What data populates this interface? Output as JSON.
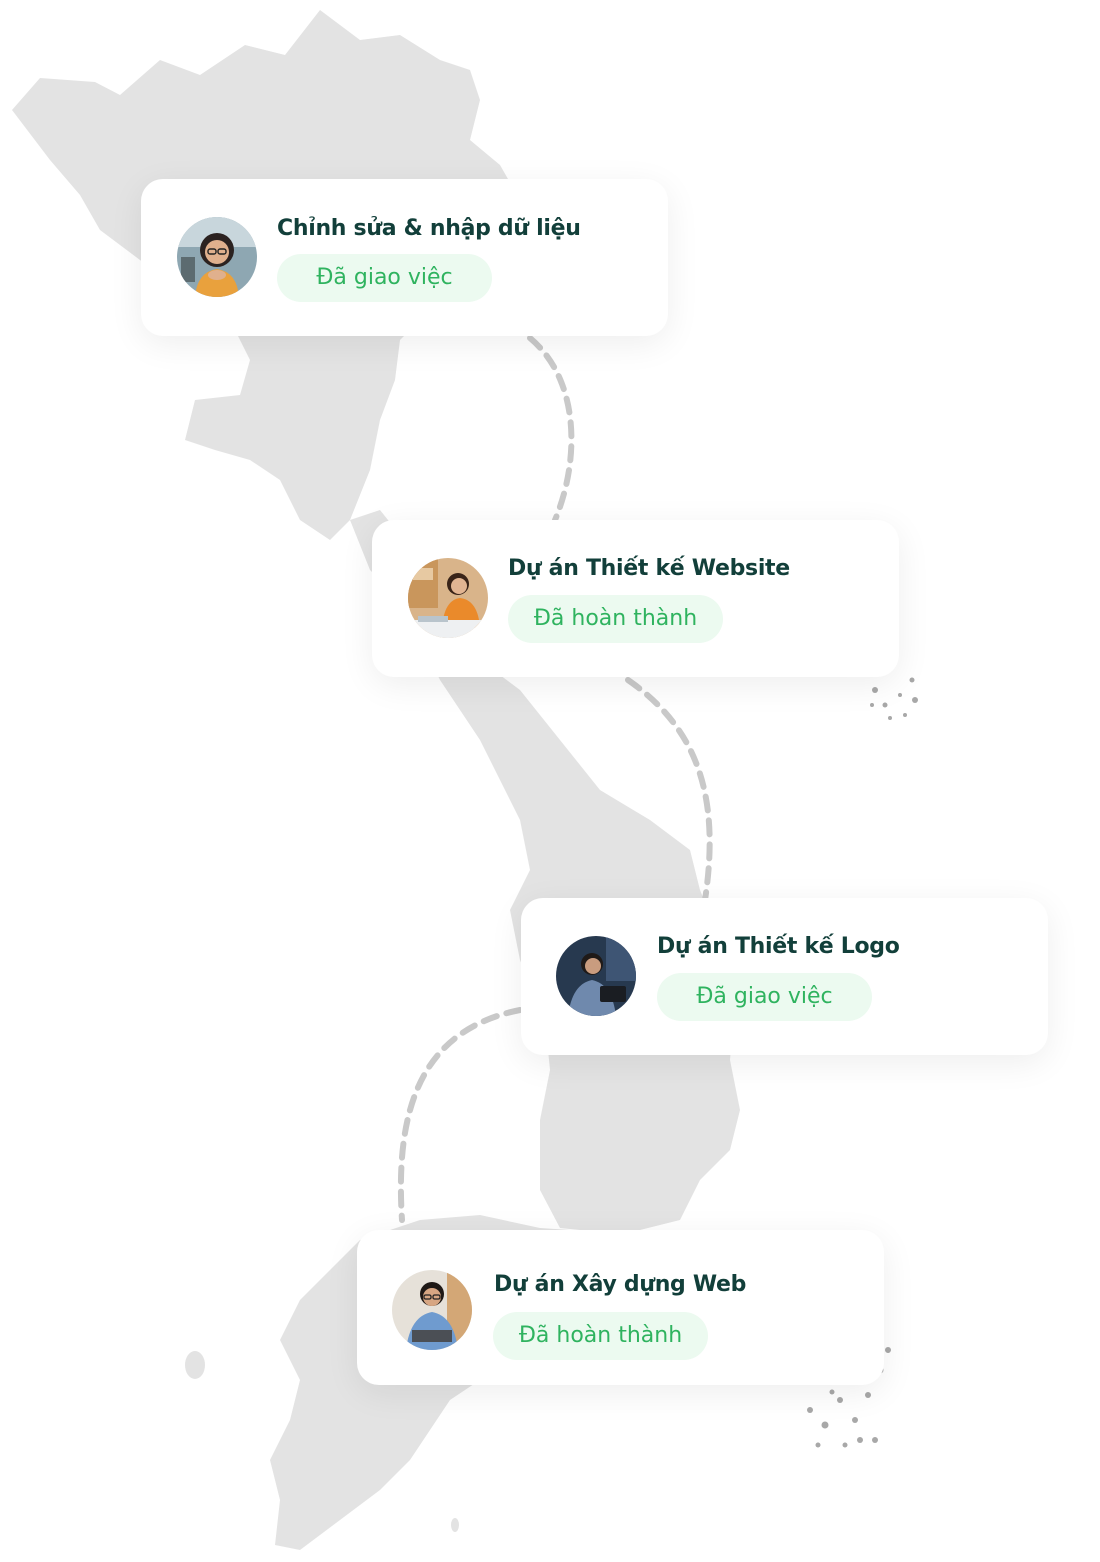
{
  "cards": [
    {
      "title": "Chỉnh sửa & nhập dữ liệu",
      "status": "Đã giao việc",
      "avatar_icon": "woman-glasses-smiling-avatar"
    },
    {
      "title": "Dự án Thiết kế Website",
      "status": "Đã hoàn thành",
      "avatar_icon": "woman-laptop-desk-avatar"
    },
    {
      "title": "Dự án Thiết kế Logo",
      "status": "Đã giao việc",
      "avatar_icon": "man-tablet-night-avatar"
    },
    {
      "title": "Dự án Xây dựng Web",
      "status": "Đã hoàn thành",
      "avatar_icon": "man-glasses-laptop-avatar"
    }
  ],
  "colors": {
    "map_fill": "#e3e3e3",
    "path_dash": "#c9c9c9",
    "title_text": "#123f3a",
    "badge_bg": "#ecfaf0",
    "badge_text": "#2fb35f"
  },
  "background_icon": "vietnam-map-silhouette"
}
